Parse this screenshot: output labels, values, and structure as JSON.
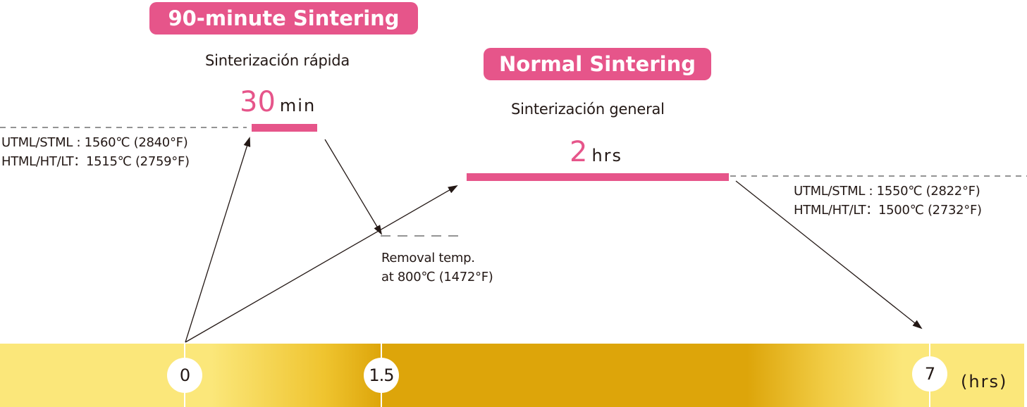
{
  "fast": {
    "title": "90-minute Sintering",
    "subtitle": "Sinterización rápida",
    "hold_value": "30",
    "hold_unit": "min",
    "temp_line1": "UTML/STML : 1560℃ (2840°F)",
    "temp_line2": "HTML/HT/LT：1515℃ (2759°F)"
  },
  "normal": {
    "title": "Normal Sintering",
    "subtitle": "Sinterización general",
    "hold_value": "2",
    "hold_unit": "hrs",
    "temp_line1": "UTML/STML : 1550℃ (2822°F)",
    "temp_line2": "HTML/HT/LT：1500℃ (2732°F)"
  },
  "removal": {
    "line1": "Removal temp.",
    "line2": "at 800℃ (1472°F)"
  },
  "timeline": {
    "ticks": [
      "0",
      "1.5",
      "7"
    ],
    "unit": "(hrs)"
  },
  "colors": {
    "accent": "#e6558a",
    "gold_dark": "#dda50a",
    "gold_light": "#fbe77a"
  }
}
